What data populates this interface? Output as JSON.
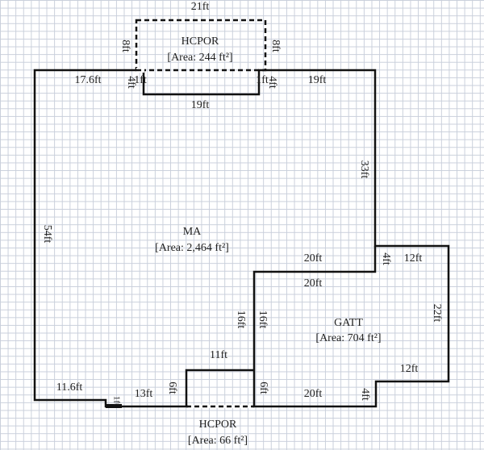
{
  "rooms": {
    "hcpor_top": {
      "name": "HCPOR",
      "area": "[Area: 244 ft²]"
    },
    "ma": {
      "name": "MA",
      "area": "[Area: 2,464 ft²]"
    },
    "gatt": {
      "name": "GATT",
      "area": "[Area: 704 ft²]"
    },
    "hcpor_bottom": {
      "name": "HCPOR",
      "area": "[Area: 66 ft²]"
    }
  },
  "dims": {
    "top_21": "21ft",
    "top_left_8": "8ft",
    "top_right_8": "8ft",
    "ma_top_left": "17.6ft",
    "ma_notch_left_4": "4ft",
    "ma_notch_left_1": "1ft",
    "ma_notch_right_1": "1ft",
    "ma_notch_right_4": "4ft",
    "ma_top_right": "19ft",
    "ma_notch_bottom": "19ft",
    "ma_right_33": "33ft",
    "ma_left_54": "54ft",
    "gatt_top_20_outer": "20ft",
    "gatt_step_4": "4ft",
    "gatt_top_12": "12ft",
    "gatt_top_20_inner": "20ft",
    "gatt_left_16_outer": "16ft",
    "gatt_left_16_inner": "16ft",
    "gatt_right_22": "22ft",
    "hcpor_11": "11ft",
    "gatt_bottom_12": "12ft",
    "ma_bottom_11_6": "11.6ft",
    "ma_bottom_step_1": "1ft",
    "ma_bottom_13": "13ft",
    "hcpor_left_6": "6ft",
    "hcpor_right_6": "6ft",
    "gatt_bottom_20": "20ft",
    "gatt_bottom_step_4": "4ft"
  }
}
